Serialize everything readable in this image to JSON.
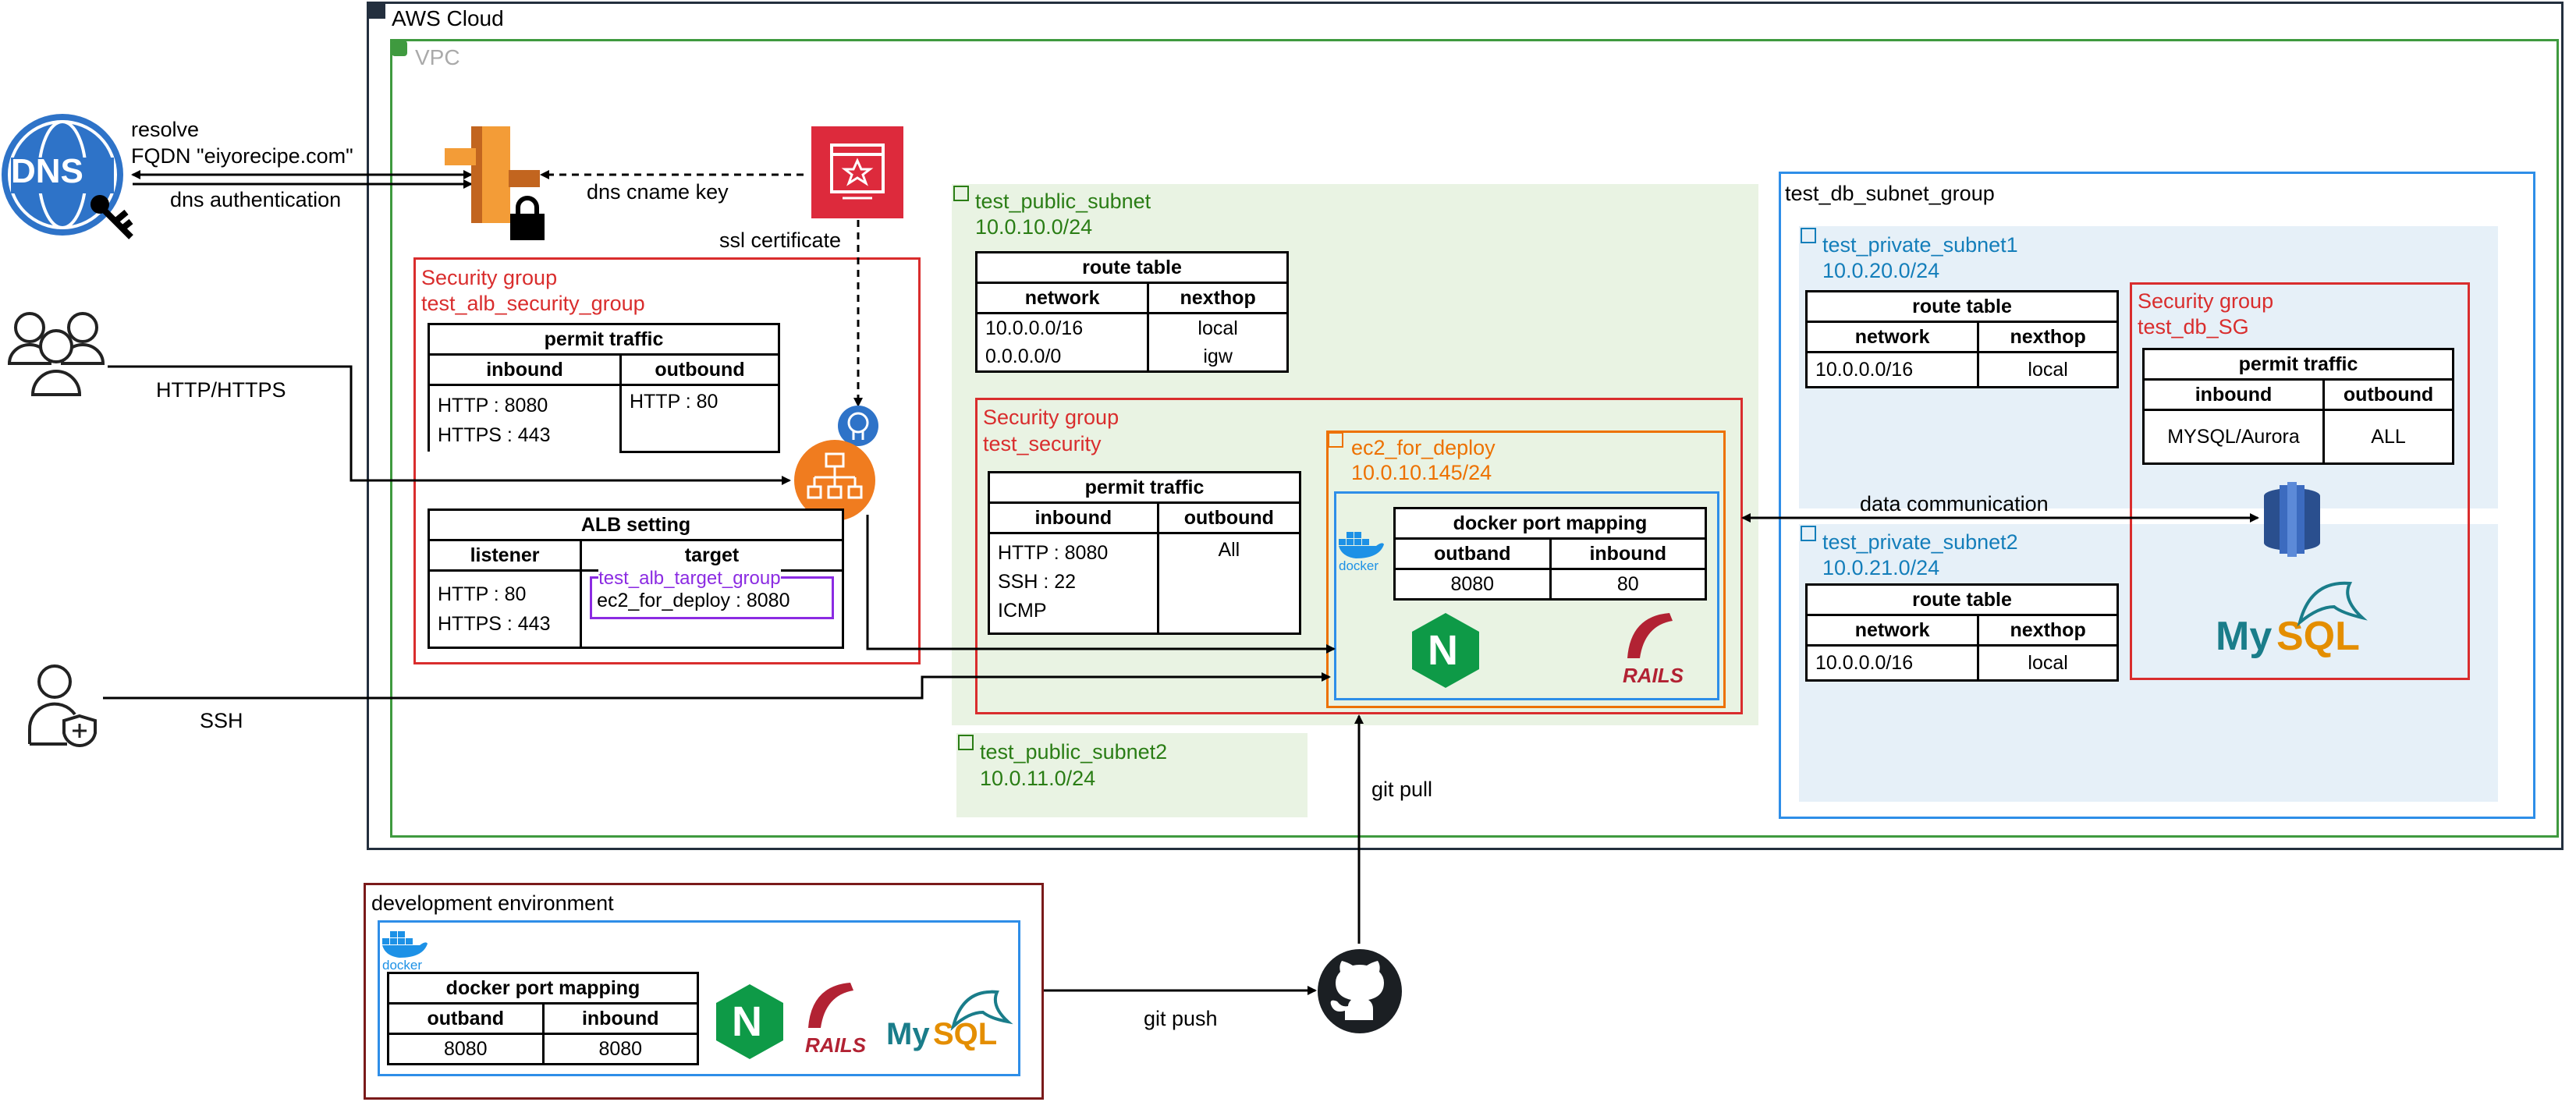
{
  "colors": {
    "aws": "#232f3e",
    "vpc": "#3f9a3f",
    "public_subnet": "#2a7d15",
    "public_fill": "#e9f3e3",
    "private_subnet": "#147eba",
    "private_fill": "#e6f0f8",
    "sg_red": "#d92d2d",
    "ec2_orange": "#ed7100",
    "table_blue": "#2e8ee8",
    "alb_magenta": "#e62ee6",
    "target_purple": "#8b2be2",
    "dev_env": "#7a1a1a"
  },
  "external": {
    "dns_label": "DNS",
    "dns_resolve_1": "resolve",
    "dns_resolve_2": "FQDN \"eiyorecipe.com\"",
    "dns_auth": "dns authentication",
    "dns_cname": "dns cname key",
    "ssl_cert": "ssl certificate",
    "http_https": "HTTP/HTTPS",
    "ssh": "SSH",
    "data_communication": "data communication",
    "git_pull": "git pull",
    "git_push": "git push"
  },
  "aws": {
    "title": "AWS Cloud",
    "vpc": "VPC"
  },
  "alb_sg": {
    "title1": "Security group",
    "title2": "test_alb_security_group",
    "permit": {
      "title": "permit traffic",
      "inbound": "inbound",
      "outbound": "outbound",
      "in_1": "HTTP : 8080",
      "in_2": "HTTPS : 443",
      "out_1": "HTTP : 80"
    },
    "alb_setting": {
      "title": "ALB setting",
      "listener": "listener",
      "target": "target",
      "listener_1": "HTTP : 80",
      "listener_2": "HTTPS : 443",
      "target_group": "test_alb_target_group",
      "target_value": "ec2_for_deploy : 8080"
    }
  },
  "public_subnet": {
    "name": "test_public_subnet",
    "cidr": "10.0.10.0/24",
    "route": {
      "title": "route table",
      "network": "network",
      "nexthop": "nexthop",
      "r1_net": "10.0.0.0/16",
      "r1_hop": "local",
      "r2_net": "0.0.0.0/0",
      "r2_hop": "igw"
    },
    "sg": {
      "title1": "Security group",
      "title2": "test_security",
      "permit_title": "permit traffic",
      "inbound": "inbound",
      "outbound": "outbound",
      "in_1": "HTTP : 8080",
      "in_2": "SSH : 22",
      "in_3": "ICMP",
      "out_1": "All"
    },
    "ec2": {
      "name": "ec2_for_deploy",
      "ip": "10.0.10.145/24",
      "docker_label": "docker",
      "mapping": {
        "title": "docker port mapping",
        "outband": "outband",
        "inbound": "inbound",
        "out_val": "8080",
        "in_val": "80"
      },
      "nginx": "N",
      "rails": "RAILS"
    }
  },
  "public_subnet2": {
    "name": "test_public_subnet2",
    "cidr": "10.0.11.0/24"
  },
  "db_group": {
    "name": "test_db_subnet_group",
    "private1": {
      "name": "test_private_subnet1",
      "cidr": "10.0.20.0/24",
      "route": {
        "title": "route table",
        "network": "network",
        "nexthop": "nexthop",
        "r1_net": "10.0.0.0/16",
        "r1_hop": "local"
      }
    },
    "private2": {
      "name": "test_private_subnet2",
      "cidr": "10.0.21.0/24",
      "route": {
        "title": "route table",
        "network": "network",
        "nexthop": "nexthop",
        "r1_net": "10.0.0.0/16",
        "r1_hop": "local"
      }
    },
    "sg": {
      "title1": "Security group",
      "title2": "test_db_SG",
      "permit_title": "permit traffic",
      "inbound": "inbound",
      "outbound": "outbound",
      "in_1": "MYSQL/Aurora",
      "out_1": "ALL"
    },
    "mysql_1": "My",
    "mysql_2": "SQL"
  },
  "dev_env": {
    "title": "development environment",
    "docker_label": "docker",
    "mapping": {
      "title": "docker port mapping",
      "outband": "outband",
      "inbound": "inbound",
      "out_val": "8080",
      "in_val": "8080"
    },
    "nginx": "N",
    "rails": "RAILS",
    "mysql_1": "My",
    "mysql_2": "SQL"
  }
}
